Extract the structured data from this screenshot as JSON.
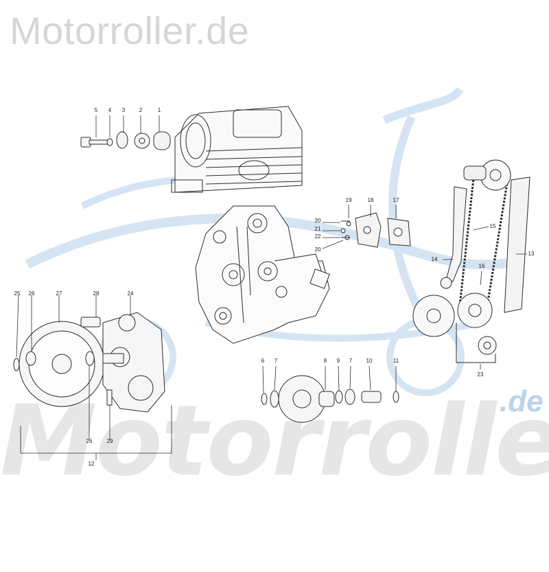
{
  "watermark": {
    "top_text": "Motorroller.de",
    "big_text": "Motorroller",
    "de_text": ".de",
    "color": "#d6d6d6",
    "logo_color": "#b9d3ea"
  },
  "diagram": {
    "line_color": "#2a2a2a",
    "part_labels": [
      "1",
      "2",
      "3",
      "4",
      "5",
      "6",
      "7",
      "8",
      "9",
      "10",
      "11",
      "12",
      "13",
      "14",
      "15",
      "16",
      "17",
      "18",
      "19",
      "20",
      "21",
      "22",
      "23",
      "24",
      "25",
      "26",
      "27",
      "28",
      "29"
    ]
  }
}
